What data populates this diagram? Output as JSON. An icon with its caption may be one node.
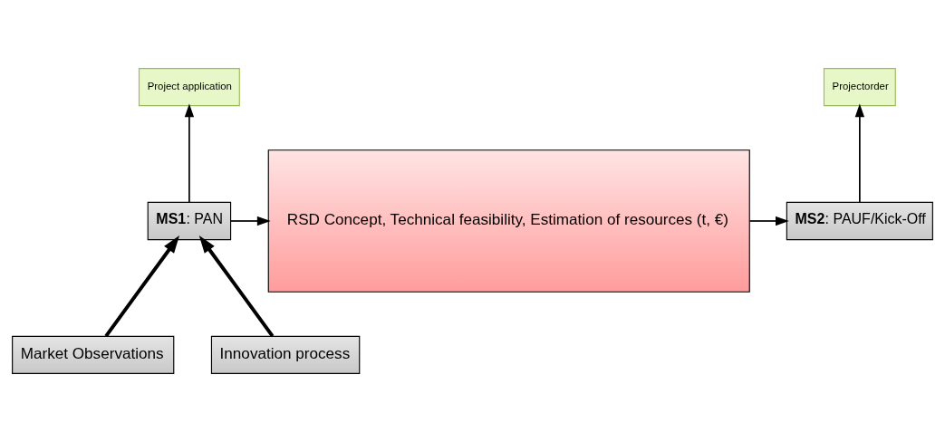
{
  "diagram": {
    "nodes": [
      {
        "text": [
          "Project application"
        ]
      },
      {
        "text": [
          "**MS1**: PAN"
        ]
      },
      {
        "text": [
          "RSD Concept, Technical feasibility, Estimation of resources (t, €)"
        ]
      },
      {
        "text": [
          "Projectorder"
        ]
      },
      {
        "text": [
          "**MS2**: PAUF/Kick-Off"
        ]
      },
      {
        "text": [
          "Market Observations"
        ]
      },
      {
        "text": [
          "Innovation process"
        ]
      }
    ],
    "edges": [
      {
        "from": 1,
        "to": 0,
        "arrow": "to"
      },
      {
        "from": 1,
        "to": 2,
        "arrow": "to"
      },
      {
        "from": 2,
        "to": 4,
        "arrow": "to"
      },
      {
        "from": 4,
        "to": 3,
        "arrow": "to"
      },
      {
        "from": 5,
        "to": 1,
        "arrow": "to",
        "style": "thick"
      },
      {
        "from": 6,
        "to": 1,
        "arrow": "to",
        "style": "thick"
      }
    ]
  }
}
